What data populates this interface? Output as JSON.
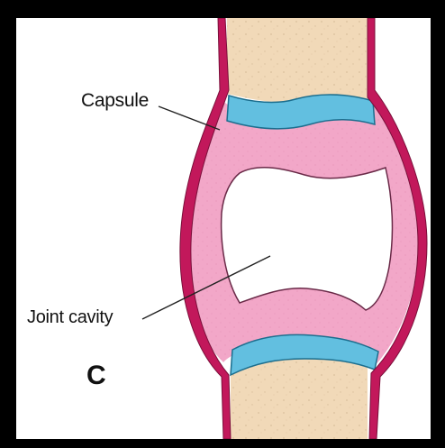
{
  "labels": {
    "capsule": "Capsule",
    "joint_cavity": "Joint cavity",
    "panel_letter": "C"
  },
  "colors": {
    "frame": "#000000",
    "outer_border_accent": "#f6e2cf",
    "bone": "#f1d9b8",
    "bone_speckle": "#d9bf9c",
    "capsule_wall": "#c2185b",
    "synovial_membrane": "#f2a7c8",
    "cartilage": "#62bfe0",
    "cavity": "#ffffff"
  }
}
